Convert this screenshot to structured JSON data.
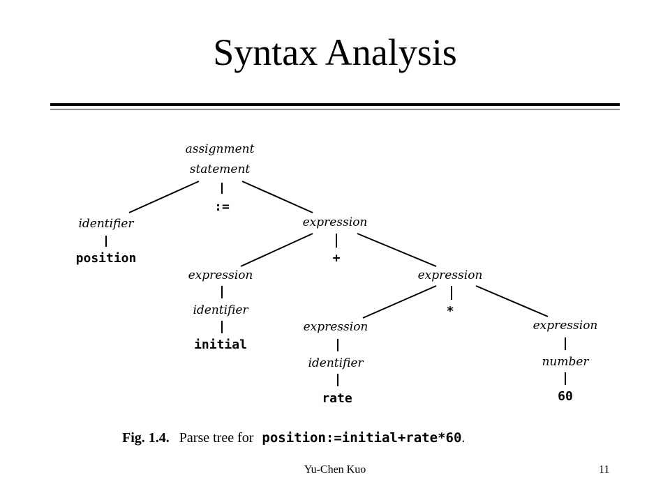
{
  "slide": {
    "title": "Syntax Analysis",
    "author": "Yu-Chen Kuo",
    "page_number": "11"
  },
  "tree": {
    "root_line1": "assignment",
    "root_line2": "statement",
    "assign_op": ":=",
    "lhs_identifier": "identifier",
    "lhs_token": "position",
    "rhs_expression": "expression",
    "plus_op": "+",
    "left_expression": "expression",
    "left_identifier": "identifier",
    "left_token": "initial",
    "right_expression": "expression",
    "times_op": "*",
    "rate_expression": "expression",
    "rate_identifier": "identifier",
    "rate_token": "rate",
    "num_expression": "expression",
    "num_number": "number",
    "num_token": "60"
  },
  "caption": {
    "label": "Fig. 1.4.",
    "text": "Parse tree for",
    "code": "position:=initial+rate*60",
    "period": "."
  }
}
